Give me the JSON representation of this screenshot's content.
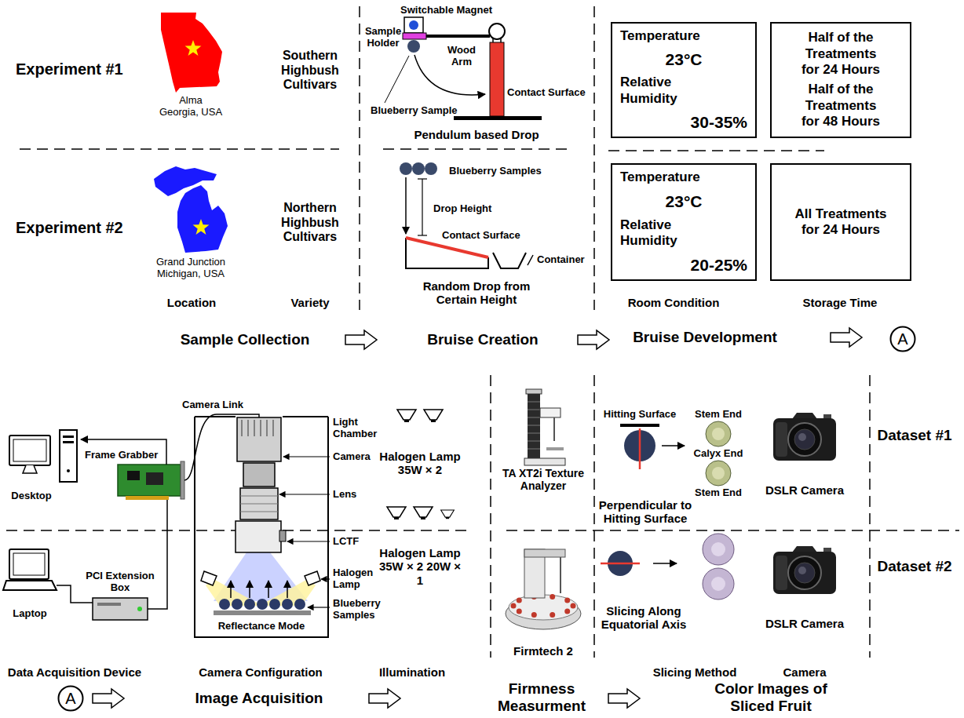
{
  "diagram": {
    "nodes": [
      {
        "text": [
          "Temperature",
          "23°C",
          "Relative Humidity",
          "30-35%"
        ]
      },
      {
        "text": [
          "Half of the Treatments for 24 Hours",
          "Half of the Treatments for 48 Hours"
        ]
      },
      {
        "text": [
          "Temperature",
          "23°C",
          "Relative Humidity",
          "20-25%"
        ]
      },
      {
        "text": [
          "All Treatments for 24 Hours"
        ]
      },
      {
        "text": [
          "A"
        ]
      },
      {
        "text": [
          "A"
        ]
      }
    ],
    "labels": [
      "Experiment #1",
      "Alma Georgia, USA",
      "Southern Highbush Cultivars",
      "Switchable Magnet",
      "Sample Holder",
      "Wood Arm",
      "Contact Surface",
      "Blueberry Sample",
      "Pendulum based Drop",
      "Experiment #2",
      "Grand Junction Michigan, USA",
      "Northern Highbush Cultivars",
      "Blueberry Samples",
      "Drop Height",
      "Contact Surface",
      "Container",
      "Random Drop from Certain Height",
      "Location",
      "Variety",
      "Room Condition",
      "Storage Time",
      "Sample Collection",
      "Bruise Creation",
      "Bruise Development",
      "Camera Link",
      "Light Chamber",
      "Camera",
      "Lens",
      "LCTF",
      "Halogen Lamp",
      "Blueberry Samples",
      "Reflectance Mode",
      "Desktop",
      "Frame Grabber",
      "PCI Extension Box",
      "Laptop",
      "Halogen Lamp 35W × 2",
      "Halogen Lamp 35W × 2 20W × 1",
      "TA XT2i Texture Analyzer",
      "Firmtech 2",
      "Hitting Surface",
      "Stem End",
      "Calyx End",
      "Stem End",
      "Perpendicular to Hitting Surface",
      "DSLR Camera",
      "Slicing Along Equatorial Axis",
      "DSLR Camera",
      "Dataset #1",
      "Dataset #2",
      "Data Acquisition Device",
      "Camera Configuration",
      "Illumination",
      "Slicing Method",
      "Camera",
      "Image Acquisition",
      "Firmness Measurment",
      "Color Images of Sliced Fruit"
    ]
  }
}
